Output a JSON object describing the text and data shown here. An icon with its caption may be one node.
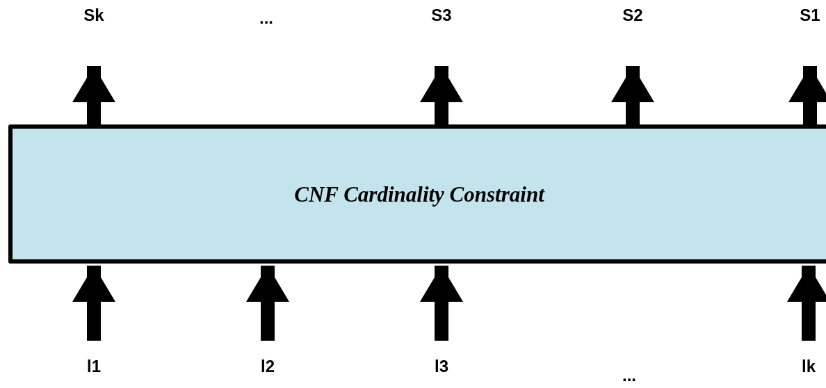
{
  "diagram": {
    "nodes": [
      {
        "text": [
          "CNF Cardinality Constraint"
        ]
      },
      {
        "text": [
          "Sk"
        ]
      },
      {
        "text": [
          "S3"
        ]
      },
      {
        "text": [
          "S2"
        ]
      },
      {
        "text": [
          "S1"
        ]
      },
      {
        "text": [
          "l1"
        ]
      },
      {
        "text": [
          "l2"
        ]
      },
      {
        "text": [
          "l3"
        ]
      },
      {
        "text": [
          "lk"
        ]
      }
    ],
    "edges": [
      {
        "from": 0,
        "to": 1,
        "arrow": "to"
      },
      {
        "from": 0,
        "to": 2,
        "arrow": "to"
      },
      {
        "from": 0,
        "to": 3,
        "arrow": "to"
      },
      {
        "from": 0,
        "to": 4,
        "arrow": "to"
      },
      {
        "from": 5,
        "to": 0,
        "arrow": "to"
      },
      {
        "from": 6,
        "to": 0,
        "arrow": "to"
      },
      {
        "from": 7,
        "to": 0,
        "arrow": "to"
      },
      {
        "from": 8,
        "to": 0,
        "arrow": "to"
      }
    ],
    "labels": [
      "...",
      "..."
    ]
  }
}
